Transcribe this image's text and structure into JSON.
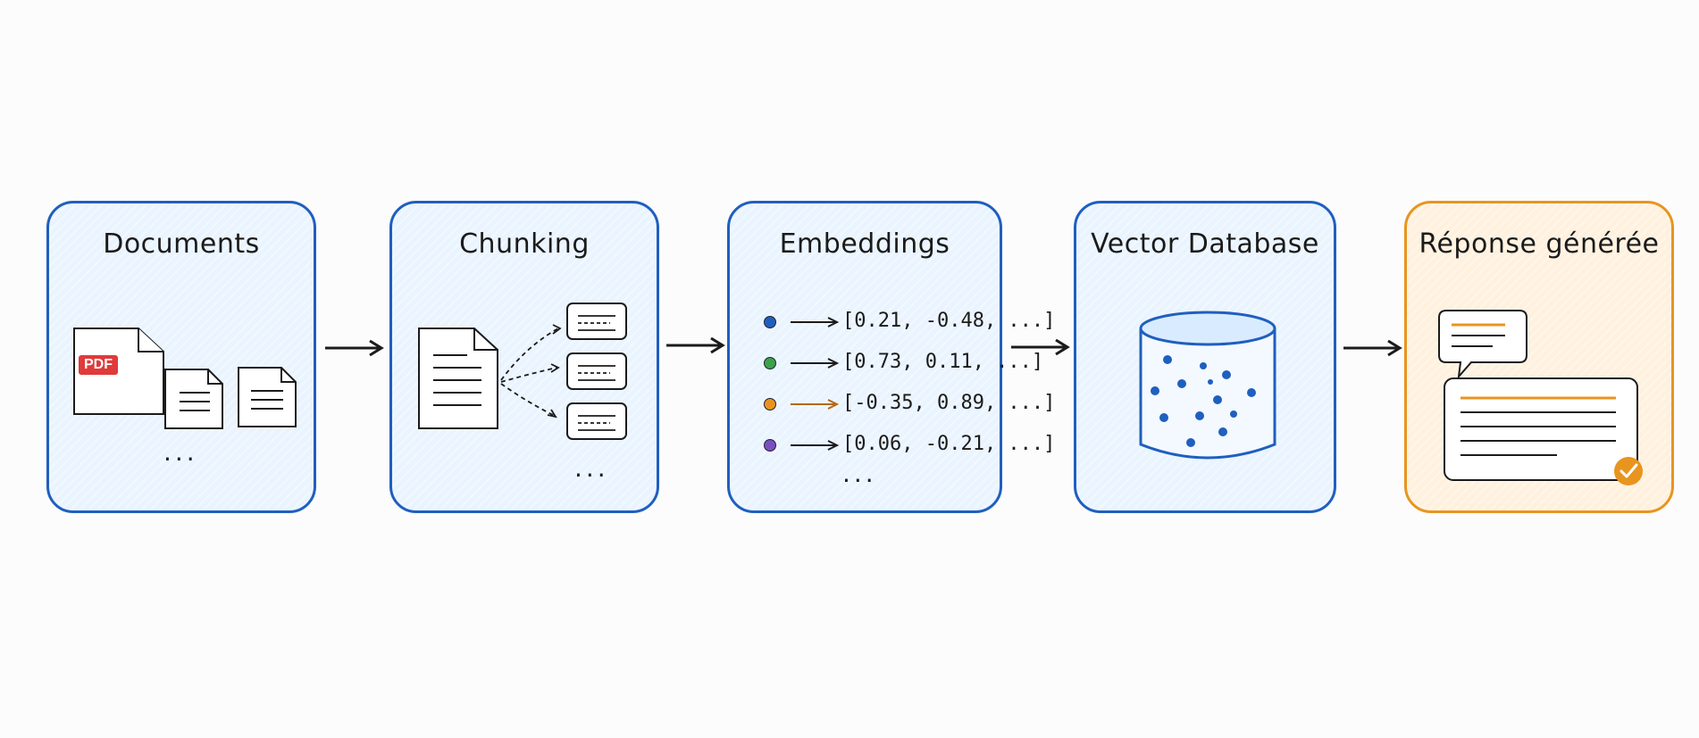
{
  "stages": [
    {
      "title": "Documents",
      "icon": "documents-icon",
      "pdf_label": "PDF",
      "more": "..."
    },
    {
      "title": "Chunking",
      "icon": "chunking-icon",
      "more": "..."
    },
    {
      "title": "Embeddings",
      "icon": "embeddings-icon",
      "more": "...",
      "vectors": [
        {
          "text": "[0.21, -0.48, ...]",
          "color": "#1f5fbf"
        },
        {
          "text": "[0.73, 0.11, ...]",
          "color": "#3ca24a"
        },
        {
          "text": "[-0.35, 0.89, ...]",
          "color": "#e8951f"
        },
        {
          "text": "[0.06, -0.21, ...]",
          "color": "#7b4fc0"
        }
      ]
    },
    {
      "title": "Vector Database",
      "icon": "database-icon"
    },
    {
      "title": "Réponse générée",
      "icon": "chat-response-icon"
    }
  ],
  "colors": {
    "blue_border": "#1f5fbf",
    "blue_fill": "#eaf4ff",
    "orange_border": "#e8951f",
    "orange_fill": "#fff1de",
    "arrow": "#1b1b1b"
  }
}
